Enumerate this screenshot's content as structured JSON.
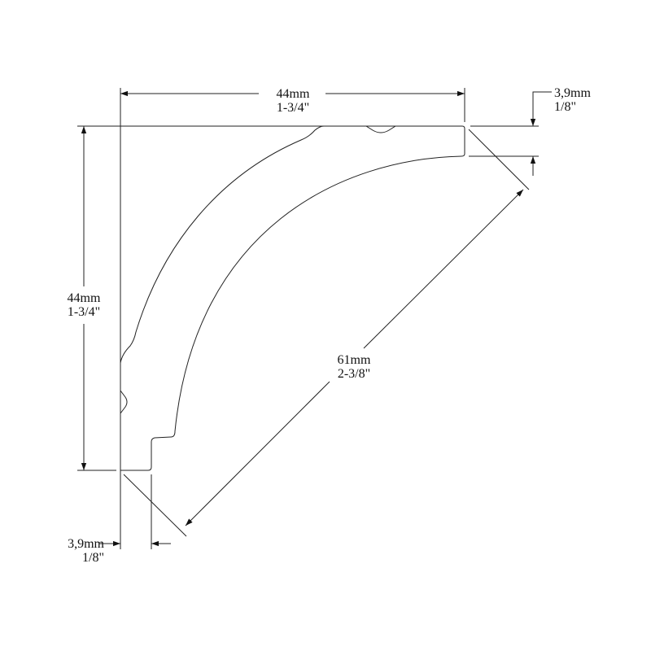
{
  "colors": {
    "line": "#222222",
    "background": "#ffffff"
  },
  "dimensions": {
    "width": {
      "metric": "44mm",
      "imperial": "1-3/4\""
    },
    "height": {
      "metric": "44mm",
      "imperial": "1-3/4\""
    },
    "diagonal": {
      "metric": "61mm",
      "imperial": "2-3/8\""
    },
    "top_thickness": {
      "metric": "3,9mm",
      "imperial": "1/8\""
    },
    "bottom_thickness": {
      "metric": "3,9mm",
      "imperial": "1/8\""
    }
  }
}
